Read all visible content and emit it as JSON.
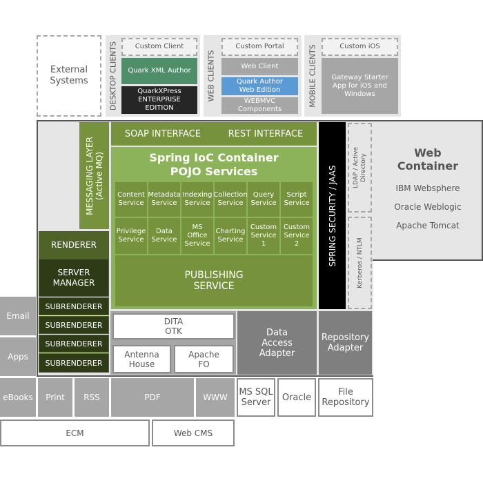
{
  "external_systems": "External Systems",
  "desktop_clients": {
    "title": "DESKTOP CLIENTS",
    "custom_client": "Custom Client",
    "quark_xml_author": "Quark XML Author",
    "quarkxpress": "QuarkXPress ENTERPRISE EDITION"
  },
  "web_clients": {
    "title": "WEB CLIENTS",
    "custom_portal": "Custom Portal",
    "web_client": "Web Client",
    "quark_author_web": "Quark Author Web Edition",
    "webmvc": "WEBMVC Components"
  },
  "mobile_clients": {
    "title": "MOBILE CLIENTS",
    "custom_ios": "Custom iOS",
    "gateway": "Gateway Starter App for iOS and Windows"
  },
  "messaging_layer": "MESSAGING LAYER (Active MQ)",
  "soap_interface": "SOAP INTERFACE",
  "rest_interface": "REST INTERFACE",
  "spring_ioc": "Spring IoC Container POJO Services",
  "services_row1": [
    "Content Service",
    "Metadata Service",
    "Indexing Service",
    "Collection Service",
    "Query Service",
    "Script Service"
  ],
  "services_row2": [
    "Privilege Service",
    "Data Service",
    "MS Office Service",
    "Charting Service",
    "Custom Service 1",
    "Custom Service 2"
  ],
  "publishing_service": "PUBLISHING SERVICE",
  "spring_security": "SPRING SECURITY / JAAS",
  "ldap": "LDAP / Active Directory",
  "kerberos": "Kerberos / NTLM",
  "web_container": {
    "title": "Web Container",
    "items": [
      "IBM Websphere",
      "Oracle Weblogic",
      "Apache Tomcat"
    ]
  },
  "renderer": "RENDERER",
  "server_manager": "SERVER MANAGER",
  "subrenderers": [
    "SUBRENDERER",
    "SUBRENDERER",
    "SUBRENDERER",
    "SUBRENDERER"
  ],
  "dita_otk": "DITA OTK",
  "antenna_house": "Antenna House",
  "apache_fo": "Apache FO",
  "data_access_adapter": "Data Access Adapter",
  "repository_adapter": "Repository Adapter",
  "email": "Email",
  "apps": "Apps",
  "outputs": [
    "eBooks",
    "Print",
    "RSS",
    "PDF",
    "WWW"
  ],
  "ms_sql_server": "MS SQL Server",
  "oracle": "Oracle",
  "file_repository": "File Repository",
  "ecm": "ECM",
  "web_cms": "Web CMS",
  "colors": {
    "green_mid": "#76923c",
    "green_light": "#8db35a",
    "green_dark": "#4f6228",
    "green_darker": "#2f3b17",
    "teal": "#4e8f6a",
    "blue": "#5b9bd5",
    "black": "#000000",
    "grey": "#7f7f7f"
  }
}
